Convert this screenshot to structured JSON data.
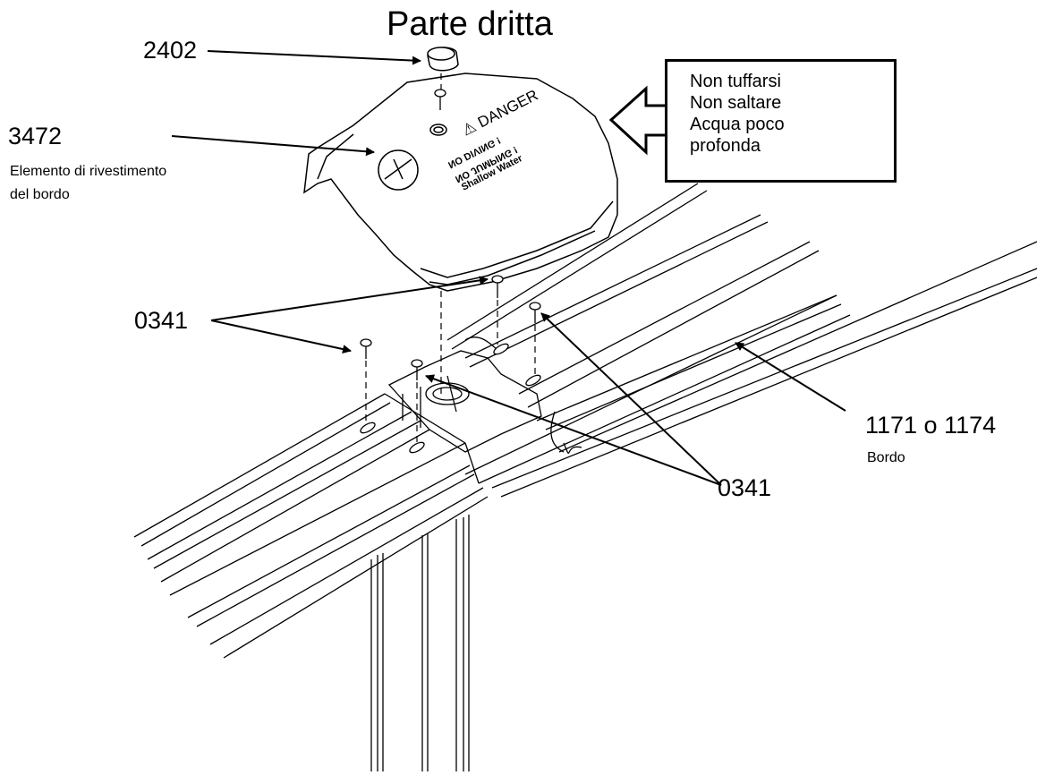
{
  "diagram": {
    "title": "Parte dritta",
    "warning": [
      "Non tuffarsi",
      "Non saltare",
      "Acqua poco profonda"
    ],
    "cap_label": "2402",
    "cover": {
      "code": "3472",
      "name_line1": "Elemento di rivestimento",
      "name_line2": "del bordo"
    },
    "screw_label_left": "0341",
    "screw_label_bottom": "0341",
    "ledge": {
      "code": "1171 o 1174",
      "name": "Bordo"
    },
    "cover_graphics": {
      "danger_text": "⚠ DANGER",
      "line1": "NO DIVING !",
      "line2": "NO JUMPING !",
      "line3": "Shallow Water"
    }
  }
}
